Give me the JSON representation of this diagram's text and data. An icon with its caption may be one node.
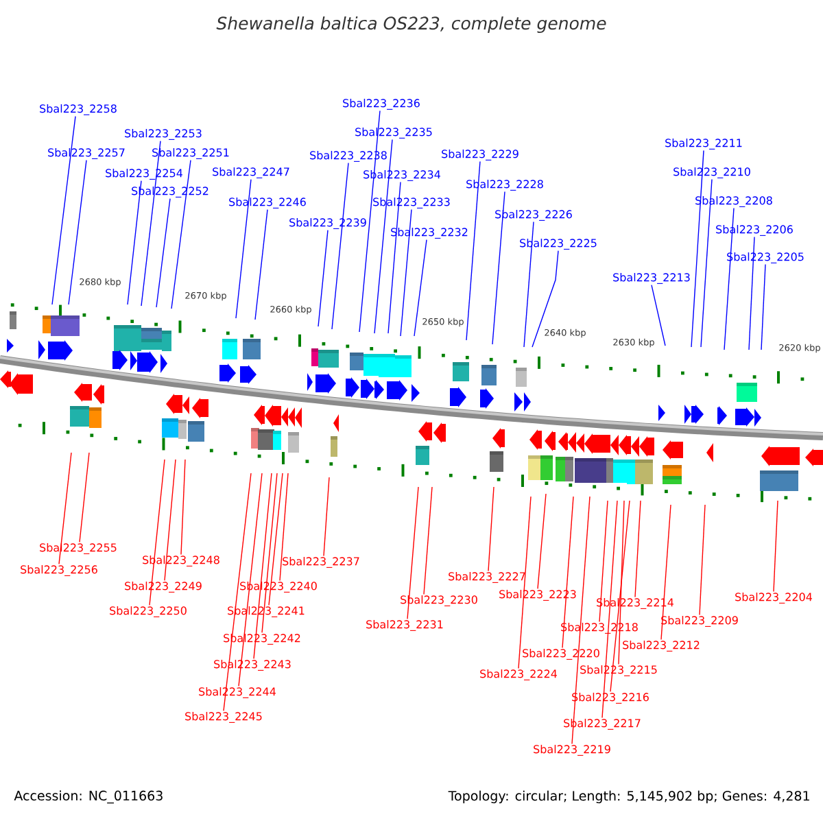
{
  "diagram": {
    "title": "Shewanella baltica OS223, complete genome",
    "nodes": [
      {
        "text": [
          "Sbal223_2258"
        ]
      },
      {
        "text": [
          "Sbal223_2257"
        ]
      },
      {
        "text": [
          "Sbal223_2253"
        ]
      },
      {
        "text": [
          "Sbal223_2251"
        ]
      },
      {
        "text": [
          "Sbal223_2254"
        ]
      },
      {
        "text": [
          "Sbal223_2252"
        ]
      },
      {
        "text": [
          "Sbal223_2247"
        ]
      },
      {
        "text": [
          "Sbal223_2246"
        ]
      },
      {
        "text": [
          "Sbal223_2238"
        ]
      },
      {
        "text": [
          "Sbal223_2239"
        ]
      },
      {
        "text": [
          "Sbal223_2236"
        ]
      },
      {
        "text": [
          "Sbal223_2235"
        ]
      },
      {
        "text": [
          "Sbal223_2234"
        ]
      },
      {
        "text": [
          "Sbal223_2233"
        ]
      },
      {
        "text": [
          "Sbal223_2232"
        ]
      },
      {
        "text": [
          "Sbal223_2229"
        ]
      },
      {
        "text": [
          "Sbal223_2228"
        ]
      },
      {
        "text": [
          "Sbal223_2226"
        ]
      },
      {
        "text": [
          "Sbal223_2225"
        ]
      },
      {
        "text": [
          "Sbal223_2213"
        ]
      },
      {
        "text": [
          "Sbal223_2211"
        ]
      },
      {
        "text": [
          "Sbal223_2210"
        ]
      },
      {
        "text": [
          "Sbal223_2208"
        ]
      },
      {
        "text": [
          "Sbal223_2206"
        ]
      },
      {
        "text": [
          "Sbal223_2205"
        ]
      },
      {
        "text": [
          "Sbal223_2255"
        ]
      },
      {
        "text": [
          "Sbal223_2256"
        ]
      },
      {
        "text": [
          "Sbal223_2248"
        ]
      },
      {
        "text": [
          "Sbal223_2249"
        ]
      },
      {
        "text": [
          "Sbal223_2250"
        ]
      },
      {
        "text": [
          "Sbal223_2237"
        ]
      },
      {
        "text": [
          "Sbal223_2240"
        ]
      },
      {
        "text": [
          "Sbal223_2241"
        ]
      },
      {
        "text": [
          "Sbal223_2242"
        ]
      },
      {
        "text": [
          "Sbal223_2243"
        ]
      },
      {
        "text": [
          "Sbal223_2244"
        ]
      },
      {
        "text": [
          "Sbal223_2245"
        ]
      },
      {
        "text": [
          "Sbal223_2227"
        ]
      },
      {
        "text": [
          "Sbal223_2230"
        ]
      },
      {
        "text": [
          "Sbal223_2231"
        ]
      },
      {
        "text": [
          "Sbal223_2223"
        ]
      },
      {
        "text": [
          "Sbal223_2214"
        ]
      },
      {
        "text": [
          "Sbal223_2204"
        ]
      },
      {
        "text": [
          "Sbal223_2218"
        ]
      },
      {
        "text": [
          "Sbal223_2209"
        ]
      },
      {
        "text": [
          "Sbal223_2212"
        ]
      },
      {
        "text": [
          "Sbal223_2220"
        ]
      },
      {
        "text": [
          "Sbal223_2215"
        ]
      },
      {
        "text": [
          "Sbal223_2224"
        ]
      },
      {
        "text": [
          "Sbal223_2216"
        ]
      },
      {
        "text": [
          "Sbal223_2217"
        ]
      },
      {
        "text": [
          "Sbal223_2219"
        ]
      }
    ],
    "edges": [
      {
        "from": 0,
        "to": null,
        "arrow": "none",
        "color": "#0000ff"
      },
      {
        "from": 1,
        "to": null,
        "arrow": "none",
        "color": "#0000ff"
      },
      {
        "from": 2,
        "to": null,
        "arrow": "none",
        "color": "#0000ff"
      },
      {
        "from": 3,
        "to": null,
        "arrow": "none",
        "color": "#0000ff"
      },
      {
        "from": 4,
        "to": null,
        "arrow": "none",
        "color": "#0000ff"
      },
      {
        "from": 5,
        "to": null,
        "arrow": "none",
        "color": "#0000ff"
      },
      {
        "from": 6,
        "to": null,
        "arrow": "none",
        "color": "#0000ff"
      },
      {
        "from": 7,
        "to": null,
        "arrow": "none",
        "color": "#0000ff"
      },
      {
        "from": 8,
        "to": null,
        "arrow": "none",
        "color": "#0000ff"
      },
      {
        "from": 9,
        "to": null,
        "arrow": "none",
        "color": "#0000ff"
      },
      {
        "from": 10,
        "to": null,
        "arrow": "none",
        "color": "#0000ff"
      },
      {
        "from": 11,
        "to": null,
        "arrow": "none",
        "color": "#0000ff"
      },
      {
        "from": 12,
        "to": null,
        "arrow": "none",
        "color": "#0000ff"
      },
      {
        "from": 13,
        "to": null,
        "arrow": "none",
        "color": "#0000ff"
      },
      {
        "from": 14,
        "to": null,
        "arrow": "none",
        "color": "#0000ff"
      },
      {
        "from": 15,
        "to": null,
        "arrow": "none",
        "color": "#0000ff"
      },
      {
        "from": 16,
        "to": null,
        "arrow": "none",
        "color": "#0000ff"
      },
      {
        "from": 17,
        "to": null,
        "arrow": "none",
        "color": "#0000ff"
      },
      {
        "from": 18,
        "to": null,
        "arrow": "none",
        "color": "#0000ff"
      },
      {
        "from": 19,
        "to": null,
        "arrow": "none",
        "color": "#0000ff"
      },
      {
        "from": 20,
        "to": null,
        "arrow": "none",
        "color": "#0000ff"
      },
      {
        "from": 21,
        "to": null,
        "arrow": "none",
        "color": "#0000ff"
      },
      {
        "from": 22,
        "to": null,
        "arrow": "none",
        "color": "#0000ff"
      },
      {
        "from": 23,
        "to": null,
        "arrow": "none",
        "color": "#0000ff"
      },
      {
        "from": 24,
        "to": null,
        "arrow": "none",
        "color": "#0000ff"
      },
      {
        "from": 25,
        "to": null,
        "arrow": "none"
      },
      {
        "from": 26,
        "to": null,
        "arrow": "none"
      },
      {
        "from": 27,
        "to": null,
        "arrow": "none"
      },
      {
        "from": 28,
        "to": null,
        "arrow": "none"
      },
      {
        "from": 29,
        "to": null,
        "arrow": "none"
      },
      {
        "from": 30,
        "to": null,
        "arrow": "none"
      },
      {
        "from": 31,
        "to": null,
        "arrow": "none"
      },
      {
        "from": 32,
        "to": null,
        "arrow": "none"
      },
      {
        "from": 33,
        "to": null,
        "arrow": "none"
      },
      {
        "from": 34,
        "to": null,
        "arrow": "none"
      },
      {
        "from": 35,
        "to": null,
        "arrow": "none"
      },
      {
        "from": 36,
        "to": null,
        "arrow": "none"
      },
      {
        "from": 37,
        "to": null,
        "arrow": "none"
      },
      {
        "from": 38,
        "to": null,
        "arrow": "none"
      },
      {
        "from": 39,
        "to": null,
        "arrow": "none"
      },
      {
        "from": 40,
        "to": null,
        "arrow": "none"
      },
      {
        "from": 41,
        "to": null,
        "arrow": "none"
      },
      {
        "from": 42,
        "to": null,
        "arrow": "none"
      },
      {
        "from": 43,
        "to": null,
        "arrow": "none"
      },
      {
        "from": 44,
        "to": null,
        "arrow": "none"
      },
      {
        "from": 45,
        "to": null,
        "arrow": "none"
      },
      {
        "from": 46,
        "to": null,
        "arrow": "none"
      },
      {
        "from": 47,
        "to": null,
        "arrow": "none"
      },
      {
        "from": 48,
        "to": null,
        "arrow": "none"
      },
      {
        "from": 49,
        "to": null,
        "arrow": "none"
      },
      {
        "from": 50,
        "to": null,
        "arrow": "none"
      },
      {
        "from": 51,
        "to": null,
        "arrow": "none"
      }
    ],
    "labels": [
      "2680 kbp",
      "2670 kbp",
      "2660 kbp",
      "2650 kbp",
      "2640 kbp",
      "2630 kbp",
      "2620 kbp",
      "Accession: NC_011663",
      "Topology: circular; Length: 5,145,902 bp; Genes: 4,281"
    ]
  }
}
